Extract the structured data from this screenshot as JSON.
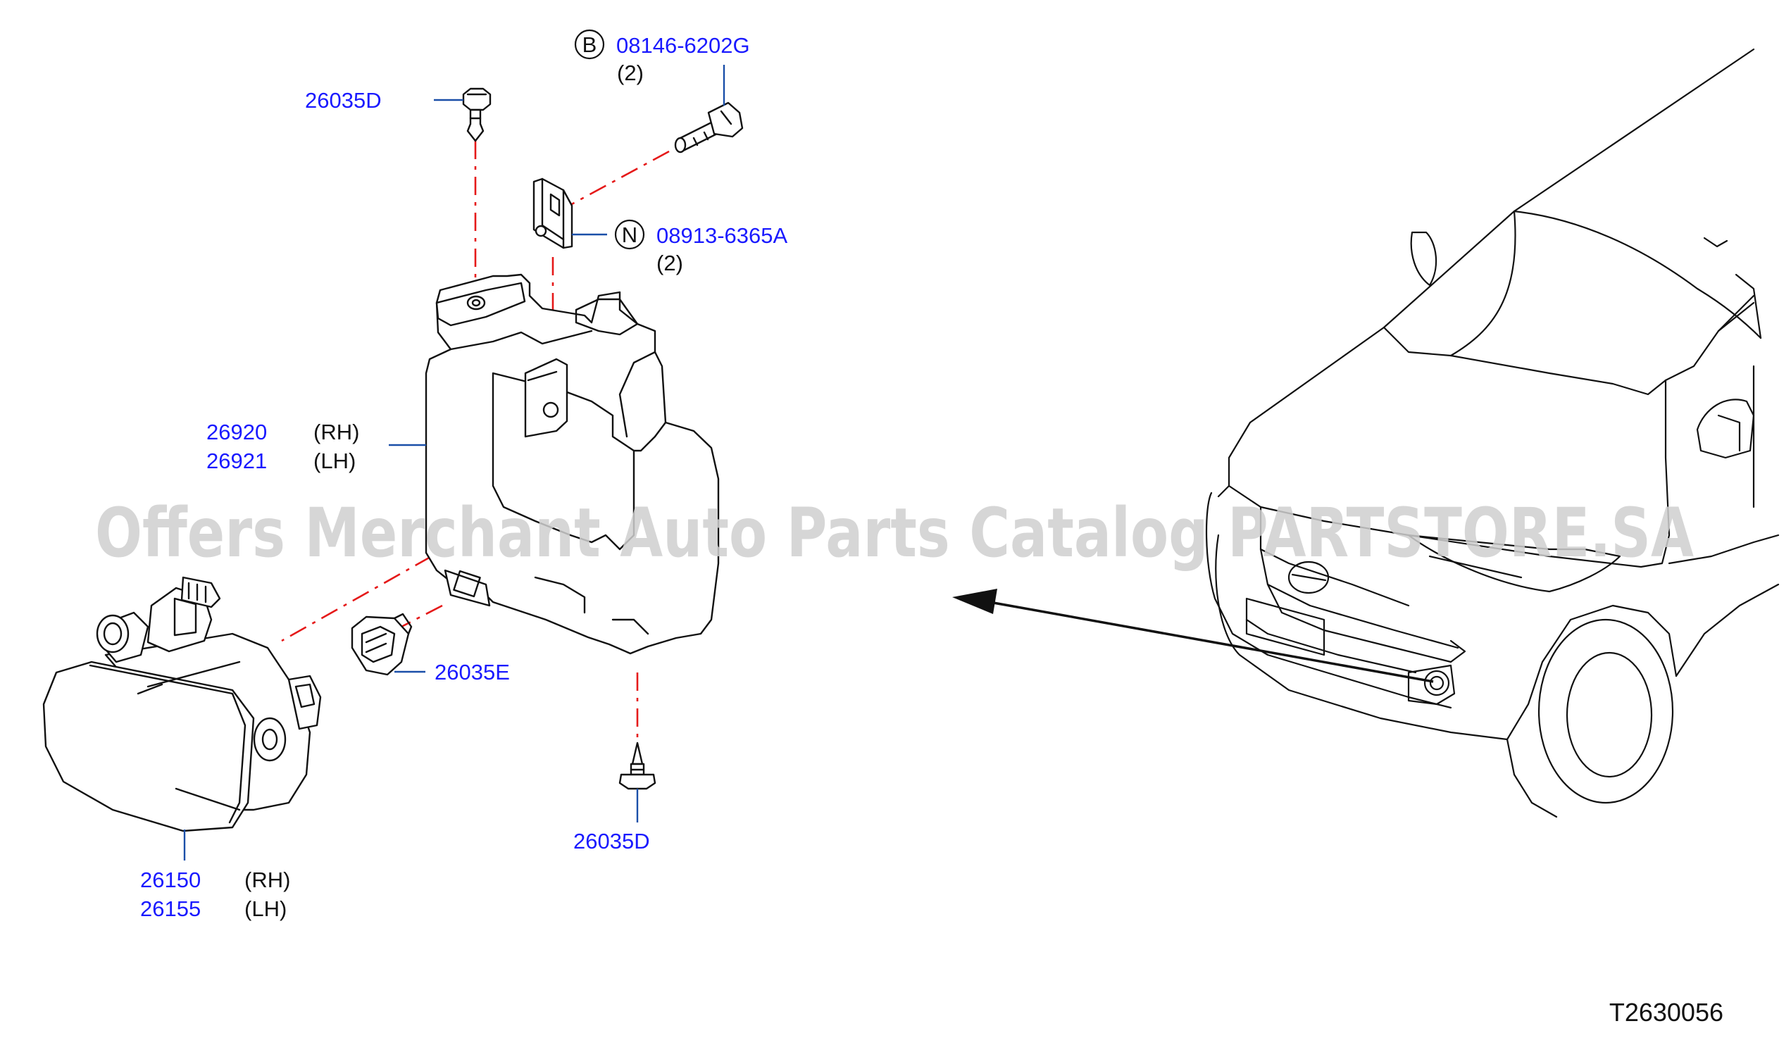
{
  "watermark": "Offers Merchant Auto Parts Catalog PARTSTORE.SA",
  "diagram_code": "T2630056",
  "callouts": {
    "bolt": {
      "symbol": "B",
      "part": "08146-6202G",
      "qty": "(2)"
    },
    "nut": {
      "symbol": "N",
      "part": "08913-6365A",
      "qty": "(2)"
    },
    "clip_top": {
      "part": "26035D"
    },
    "clip_bottom": {
      "part": "26035D"
    },
    "clip_e": {
      "part": "26035E"
    },
    "bracket": {
      "part_rh": "26920",
      "side_rh": "(RH)",
      "part_lh": "26921",
      "side_lh": "(LH)"
    },
    "fog_lamp": {
      "part_rh": "26150",
      "side_rh": "(RH)",
      "part_lh": "26155",
      "side_lh": "(LH)"
    }
  },
  "icons": {
    "bolt": "bolt-icon",
    "nut": "clip-nut-icon",
    "clip": "push-clip-icon",
    "bracket": "fog-lamp-bracket-icon",
    "lamp": "fog-lamp-icon",
    "vehicle": "vehicle-front-icon"
  },
  "colors": {
    "part_number": "#1a1aff",
    "leader": "#1a4fa8",
    "assembly_line": "#e51919",
    "outline": "#111111",
    "watermark": "#d0d0d0"
  }
}
